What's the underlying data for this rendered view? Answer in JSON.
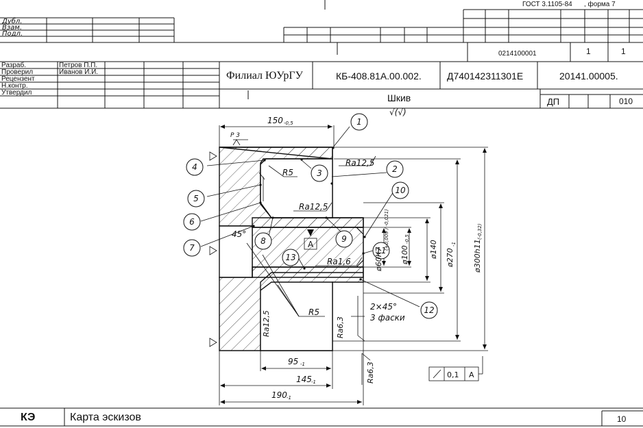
{
  "standard": {
    "gost": "ГОСТ 3.1105-84",
    "form": ", форма 7"
  },
  "top_left": {
    "dubl": "Дубл.",
    "zam": "Взам.",
    "podl": "Подл."
  },
  "header": {
    "code": "0214100001",
    "sheet": "1",
    "sheets": "1",
    "organization": "Филиал ЮУрГУ",
    "doc_number": "КБ-408.81А.00.002.",
    "part_code": "Д740142311301Е",
    "doc_code2": "20141.00005.",
    "part_name": "Шкив",
    "dp": "ДП",
    "num": "010"
  },
  "signatures": [
    {
      "role": "Разраб.",
      "name": "Петров П.П."
    },
    {
      "role": "Проверил",
      "name": "Иванов И.И."
    },
    {
      "role": "Рецензент",
      "name": ""
    },
    {
      "role": "Н.контр.",
      "name": ""
    },
    {
      "role": "Утвердил",
      "name": ""
    }
  ],
  "drawing": {
    "roughness_general": "√(√)",
    "dims": {
      "d150": "150",
      "d150_tol": "-0,5",
      "p3": "Р 3",
      "r5_top": "R5",
      "ra125_top": "Ra12,5",
      "ra125_mid": "Ra12,5",
      "ra16": "Ra1,6",
      "datum": "А",
      "angle45": "45°",
      "r5_bottom": "R5",
      "chamfer": "2×45°",
      "chamfer_note": "3 фаски",
      "ra125_side": "Ra12,5",
      "ra63_side": "Ra6,3",
      "ra63_bottom": "Ra6,3",
      "d95": "95",
      "d95_tol": "-1",
      "d145": "145",
      "d145_tol": "-1",
      "d190": "190",
      "d190_tol": "-1",
      "phi60": "ø60К7",
      "phi60_tol": "(+0,009 / -0,021)",
      "phi100": "ø100",
      "phi100_tol": "-0,5",
      "phi140": "ø140",
      "phi270": "ø270",
      "phi270_tol": "-1",
      "phi300": "ø300h11",
      "phi300_tol": "(-0,32)",
      "runout_value": "0,1",
      "runout_datum": "А"
    },
    "callouts": [
      "1",
      "2",
      "3",
      "4",
      "5",
      "6",
      "7",
      "8",
      "9",
      "10",
      "11",
      "12",
      "13"
    ]
  },
  "footer": {
    "code": "КЭ",
    "title": "Карта эскизов",
    "page": "10"
  }
}
